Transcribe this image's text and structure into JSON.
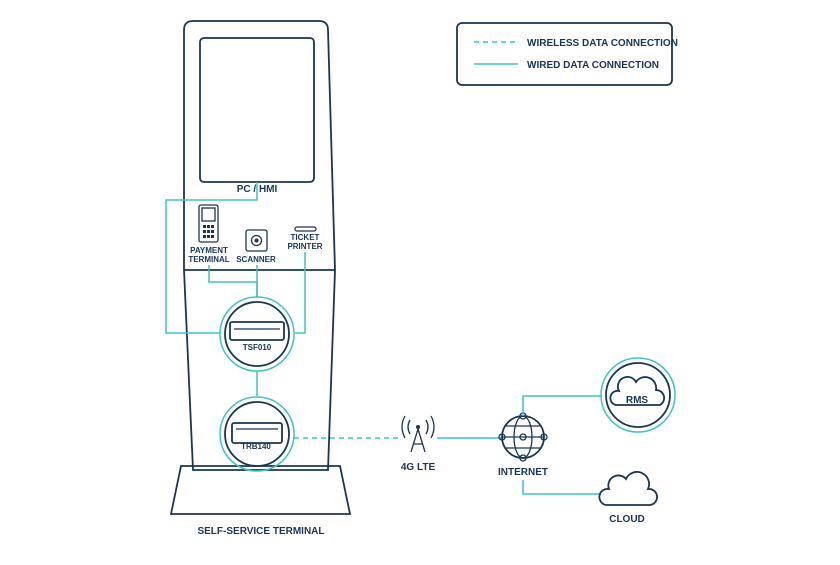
{
  "legend": {
    "wireless_label": "WIRELESS DATA CONNECTION",
    "wired_label": "WIRED DATA CONNECTION"
  },
  "labels": {
    "pc_hmi": "PC / HMI",
    "payment_terminal_line1": "PAYMENT",
    "payment_terminal_line2": "TERMINAL",
    "scanner": "SCANNER",
    "ticket_printer_line1": "TICKET",
    "ticket_printer_line2": "PRINTER",
    "tsf010": "TSF010",
    "trb140": "TRB140",
    "lte": "4G LTE",
    "internet": "INTERNET",
    "rms": "RMS",
    "cloud": "CLOUD",
    "terminal": "SELF-SERVICE TERMINAL"
  },
  "colors": {
    "outline": "#1a3556",
    "connection": "#3fc0cf",
    "background": "#ffffff"
  },
  "icons": [
    "kiosk-icon",
    "payment-terminal-icon",
    "scanner-icon",
    "ticket-printer-icon",
    "switch-icon",
    "router-icon",
    "cell-tower-icon",
    "globe-network-icon",
    "cloud-icon"
  ]
}
